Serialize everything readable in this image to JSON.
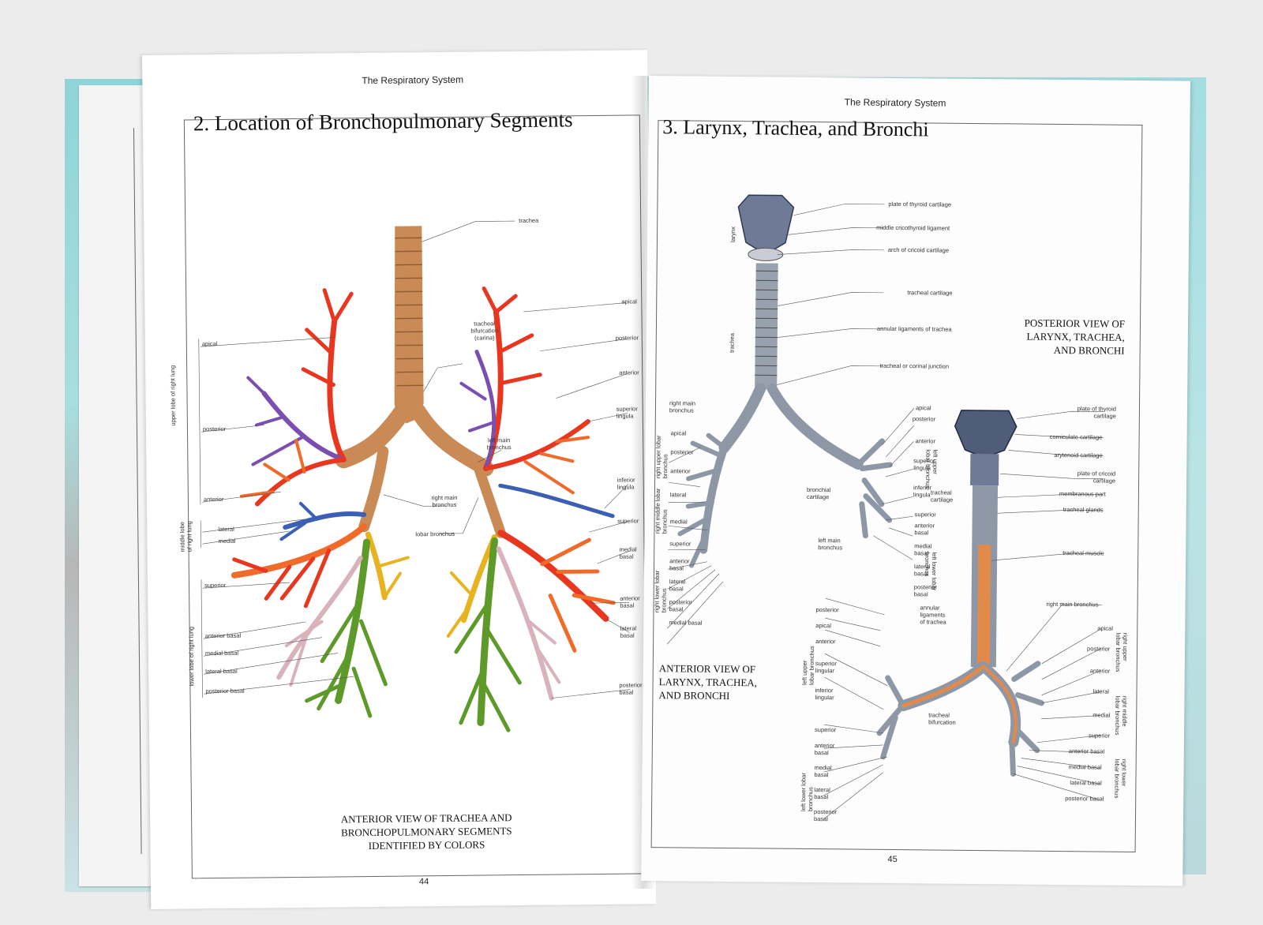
{
  "left_page": {
    "running_head": "The Respiratory System",
    "title": "2.  Location of Bronchopulmonary Segments",
    "caption_lines": [
      "ANTERIOR VIEW OF TRACHEA AND",
      "BRONCHOPULMONARY SEGMENTS",
      "IDENTIFIED BY COLORS"
    ],
    "page_number": "44",
    "side_labels": [
      "upper lobe of right lung",
      "middle lobe of right lung",
      "lower lobe of right lung"
    ],
    "labels": {
      "trachea": "trachea",
      "carina": "tracheal bifurcation (carina)",
      "left_main": "left main bronchus",
      "right_main": "right main bronchus",
      "lobar": "lobar bronchus",
      "r_apical": "apical",
      "r_posterior": "posterior",
      "r_anterior": "anterior",
      "r_lateral": "lateral",
      "r_medial": "medial",
      "r_superior": "superior",
      "r_anterior_basal": "anterior basal",
      "r_medial_basal": "medial basal",
      "r_lateral_basal": "lateral basal",
      "r_posterior_basal": "posterior basal",
      "l_apical": "apical",
      "l_posterior": "posterior",
      "l_anterior": "anterior",
      "l_superior_lingula": "superior lingula",
      "l_inferior_lingula": "inferior lingula",
      "l_superior": "superior",
      "l_medial_basal": "medial basal",
      "l_anterior_basal": "anterior basal",
      "l_lateral_basal": "lateral basal",
      "l_posterior_basal": "posterior basal"
    }
  },
  "right_page": {
    "running_head": "The Respiratory System",
    "title": "3.  Larynx, Trachea, and Bronchi",
    "caption_anterior_lines": [
      "ANTERIOR VIEW OF",
      "LARYNX, TRACHEA,",
      "AND BRONCHI"
    ],
    "caption_posterior_lines": [
      "POSTERIOR VIEW OF",
      "LARYNX, TRACHEA,",
      "AND BRONCHI"
    ],
    "page_number": "45",
    "side_labels": [
      "larynx",
      "trachea",
      "right upper lobar bronchus",
      "right middle lobar bronchus",
      "right lower lobar bronchus",
      "left upper lobar bronchus",
      "left lower lobar bronchus",
      "left upper lobar bronchus",
      "left lower lobar bronchus",
      "right upper lobar bronchus",
      "right middle lobar bronchus",
      "right lower lobar bronchus"
    ],
    "ant_labels": {
      "thyroid": "plate of thyroid cartilage",
      "cricothyroid": "middle cricothyroid ligament",
      "cricoid": "arch of cricoid cartilage",
      "tracheal_cartilage": "tracheal cartilage",
      "annular": "annular ligaments of trachea",
      "junction": "tracheal or corinal junction",
      "right_main": "right main bronchus",
      "apical": "apical",
      "posterior": "posterior",
      "anterior": "anterior",
      "lateral": "lateral",
      "medial": "medial",
      "superior": "superior",
      "anterior_basal": "anterior basal",
      "lateral_basal": "lateral basal",
      "posterior_basal": "posterior basal",
      "medial_basal": "medial basal",
      "bronchial_cartilage": "bronchial cartilage",
      "left_main": "left main bronchus",
      "l_apical": "apical",
      "l_posterior": "posterior",
      "l_anterior": "anterior",
      "l_superior_lingula": "superior lingula",
      "l_inferior_lingula": "inferior lingula",
      "l_superior": "superior",
      "l_anterior_basal": "anterior basal",
      "l_medial_basal": "medial basal",
      "l_lateral_basal": "lateral basal",
      "l_posterior_basal": "posterior basal"
    },
    "post_labels": {
      "thyroid": "plate of thyroid cartilage",
      "corniculate": "corniculate cartilage",
      "arytenoid": "arytenoid cartilage",
      "cricoid": "plate of cricoid cartilage",
      "membranous": "membranous part",
      "glands": "tracheal glands",
      "tracheal_cartilage": "tracheal cartilage",
      "muscle": "tracheal muscle",
      "right_main": "right main bronchus",
      "annular": "annular ligaments of trachea",
      "bifurcation": "tracheal bifurcation",
      "l_posterior": "posterior",
      "l_apical": "apical",
      "l_anterior": "anterior",
      "l_superior_lingular": "superior lingular",
      "l_inferior_lingular": "inferior lingular",
      "l_superior": "superior",
      "l_anterior_basal": "anterior basal",
      "l_medial_basal": "medial basal",
      "l_lateral_basal": "lateral basal",
      "l_posterior_basal": "posterior basal",
      "r_apical": "apical",
      "r_posterior": "posterior",
      "r_anterior": "anterior",
      "r_lateral": "lateral",
      "r_medial": "medial",
      "r_superior": "superior",
      "r_anterior_basal": "anterior basal",
      "r_medial_basal": "medial basal",
      "r_lateral_basal": "lateral basal",
      "r_posterior_basal": "posterior basal"
    }
  },
  "colors": {
    "trachea": "#c98a55",
    "red": "#e8361f",
    "orange": "#f06a2a",
    "purple": "#7b4fb0",
    "blue": "#3c5fb5",
    "yellow": "#e8b320",
    "green": "#5e9a2a",
    "pink": "#d9b3bc",
    "gray_airway": "#8e97a6",
    "cover": "#a8dede"
  }
}
